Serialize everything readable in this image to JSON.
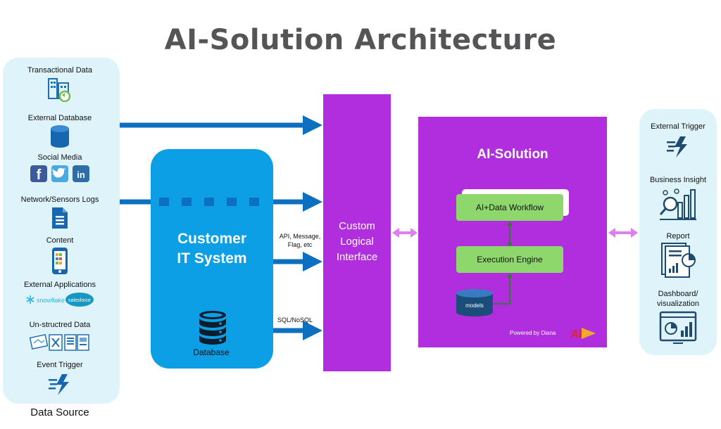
{
  "title": "AI-Solution Architecture",
  "data_source": {
    "label": "Data Source",
    "items": [
      {
        "label": "Transactional Data",
        "icon": "buildings-sync-icon"
      },
      {
        "label": "External Database",
        "icon": "database-cylinder-icon"
      },
      {
        "label": "Social Media",
        "icon": "social-media-icon"
      },
      {
        "label": "Network/Sensors Logs",
        "icon": "document-icon"
      },
      {
        "label": "Content",
        "icon": "smartphone-icon"
      },
      {
        "label": "External Applications",
        "icon": "snowflake-salesforce-icon"
      },
      {
        "label": "Un-structred Data",
        "icon": "files-icon"
      },
      {
        "label": "Event Trigger",
        "icon": "lightning-speed-icon"
      }
    ],
    "logos": {
      "snowflake": "snowflake",
      "salesforce": "salesforce",
      "facebook": "f",
      "linkedin": "in"
    }
  },
  "customer_it": {
    "title_line1": "Customer",
    "title_line2": "IT System",
    "database_label": "Database"
  },
  "connections": {
    "api_line1": "API, Message,",
    "api_line2": "Flag, etc",
    "sql": "SQL/NoSQL"
  },
  "interface": {
    "line1": "Custom",
    "line2": "Logical",
    "line3": "Interface"
  },
  "ai_solution": {
    "title": "AI-Solution",
    "workflow": "AI+Data Workflow",
    "engine": "Execution Engine",
    "models": "models",
    "powered_by": "Powered by Diana",
    "logo_text": "AI"
  },
  "outputs": {
    "items": [
      {
        "label": "External Trigger",
        "icon": "lightning-speed-icon"
      },
      {
        "label": "Business Insight",
        "icon": "insight-chart-icon"
      },
      {
        "label": "Report",
        "icon": "report-icon"
      },
      {
        "label_line1": "Dashboard/",
        "label_line2": "visualization",
        "icon": "dashboard-icon"
      }
    ]
  },
  "colors": {
    "panel_bg": "#dff4fa",
    "it_blue": "#0c9fe6",
    "arrow_blue": "#0d6fc0",
    "purple": "#b02ede",
    "green": "#8ed76c",
    "pink_arrow": "#de7ff0",
    "title_gray": "#555557"
  }
}
